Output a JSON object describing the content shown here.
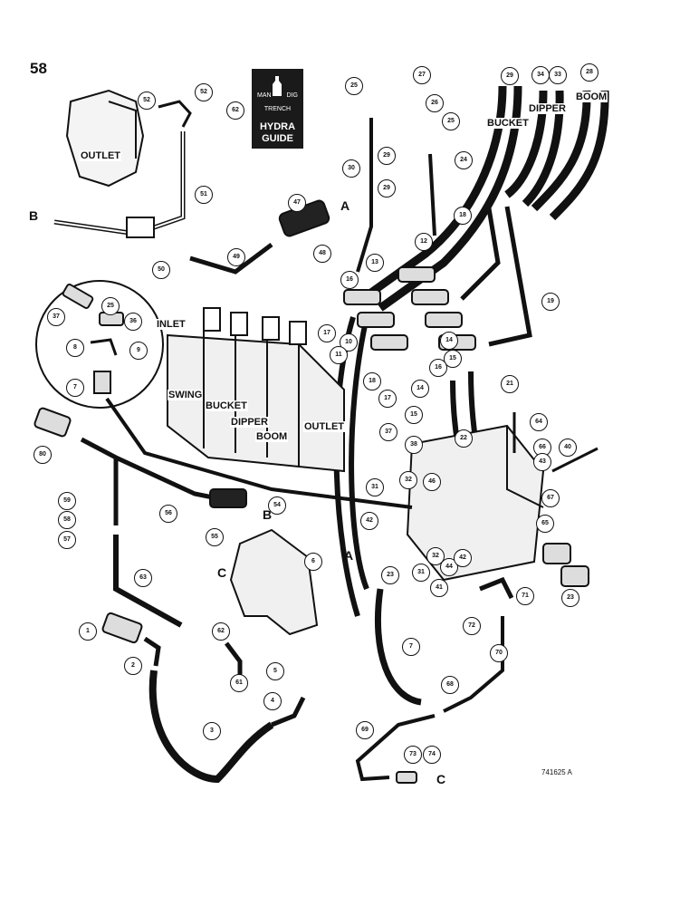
{
  "page_number": "58",
  "drawing_number": "741625 A",
  "hydra_guide": {
    "line1_left": "MAN",
    "line1_right": "DIG",
    "line2": "TRENCH",
    "title1": "HYDRA",
    "title2": "GUIDE"
  },
  "labels": {
    "outlet_top": "OUTLET",
    "inlet": "INLET",
    "swing": "SWING",
    "bucket_valve": "BUCKET",
    "dipper_valve": "DIPPER",
    "boom_valve": "BOOM",
    "outlet_valve": "OUTLET",
    "bucket_hose": "BUCKET",
    "dipper_hose": "DIPPER",
    "boom_hose": "BOOM"
  },
  "connection_letters": {
    "b_left": "B",
    "a_top": "A",
    "b_lower": "B",
    "c_left": "C",
    "a_lower": "A",
    "c_bottom": "C"
  },
  "callouts": [
    {
      "id": "c52a",
      "text": "52"
    },
    {
      "id": "c52b",
      "text": "52"
    },
    {
      "id": "c62",
      "text": "62"
    },
    {
      "id": "c51",
      "text": "51"
    },
    {
      "id": "c50",
      "text": "50"
    },
    {
      "id": "c47",
      "text": "47"
    },
    {
      "id": "c48",
      "text": "48"
    },
    {
      "id": "c49",
      "text": "49"
    },
    {
      "id": "c25a",
      "text": "25"
    },
    {
      "id": "c27",
      "text": "27"
    },
    {
      "id": "c26",
      "text": "26"
    },
    {
      "id": "c25b",
      "text": "25"
    },
    {
      "id": "c29a",
      "text": "29"
    },
    {
      "id": "c24",
      "text": "24"
    },
    {
      "id": "c29b",
      "text": "29"
    },
    {
      "id": "c30",
      "text": "30"
    },
    {
      "id": "c29c",
      "text": "29"
    },
    {
      "id": "c34",
      "text": "34"
    },
    {
      "id": "c33",
      "text": "33"
    },
    {
      "id": "c28",
      "text": "28"
    },
    {
      "id": "c18a",
      "text": "18"
    },
    {
      "id": "c12",
      "text": "12"
    },
    {
      "id": "c13",
      "text": "13"
    },
    {
      "id": "c16",
      "text": "16"
    },
    {
      "id": "c17a",
      "text": "17"
    },
    {
      "id": "c10",
      "text": "10"
    },
    {
      "id": "c11",
      "text": "11"
    },
    {
      "id": "c19",
      "text": "19"
    },
    {
      "id": "c14a",
      "text": "14"
    },
    {
      "id": "c15a",
      "text": "15"
    },
    {
      "id": "c16b",
      "text": "16"
    },
    {
      "id": "c14b",
      "text": "14"
    },
    {
      "id": "c15b",
      "text": "15"
    },
    {
      "id": "c17b",
      "text": "17"
    },
    {
      "id": "c21",
      "text": "21"
    },
    {
      "id": "c18b",
      "text": "18"
    },
    {
      "id": "c25c",
      "text": "25"
    },
    {
      "id": "c36",
      "text": "36"
    },
    {
      "id": "c37a",
      "text": "37"
    },
    {
      "id": "c8",
      "text": "8"
    },
    {
      "id": "c9",
      "text": "9"
    },
    {
      "id": "c7a",
      "text": "7"
    },
    {
      "id": "c64",
      "text": "64"
    },
    {
      "id": "c22",
      "text": "22"
    },
    {
      "id": "c66",
      "text": "66"
    },
    {
      "id": "c43",
      "text": "43"
    },
    {
      "id": "c40",
      "text": "40"
    },
    {
      "id": "c37b",
      "text": "37"
    },
    {
      "id": "c38",
      "text": "38"
    },
    {
      "id": "c67",
      "text": "67"
    },
    {
      "id": "c65",
      "text": "65"
    },
    {
      "id": "c80",
      "text": "80"
    },
    {
      "id": "c32",
      "text": "32"
    },
    {
      "id": "c46",
      "text": "46"
    },
    {
      "id": "c31a",
      "text": "31"
    },
    {
      "id": "c56",
      "text": "56"
    },
    {
      "id": "c54",
      "text": "54"
    },
    {
      "id": "c55",
      "text": "55"
    },
    {
      "id": "c59",
      "text": "59"
    },
    {
      "id": "c58",
      "text": "58"
    },
    {
      "id": "c57",
      "text": "57"
    },
    {
      "id": "c6",
      "text": "6"
    },
    {
      "id": "c42a",
      "text": "42"
    },
    {
      "id": "c32b",
      "text": "32"
    },
    {
      "id": "c23a",
      "text": "23"
    },
    {
      "id": "c31b",
      "text": "31"
    },
    {
      "id": "c44",
      "text": "44"
    },
    {
      "id": "c42b",
      "text": "42"
    },
    {
      "id": "c41",
      "text": "41"
    },
    {
      "id": "c71",
      "text": "71"
    },
    {
      "id": "c23b",
      "text": "23"
    },
    {
      "id": "c63",
      "text": "63"
    },
    {
      "id": "c72",
      "text": "72"
    },
    {
      "id": "c1",
      "text": "1"
    },
    {
      "id": "c62b",
      "text": "62"
    },
    {
      "id": "c70",
      "text": "70"
    },
    {
      "id": "c7b",
      "text": "7"
    },
    {
      "id": "c2",
      "text": "2"
    },
    {
      "id": "c61",
      "text": "61"
    },
    {
      "id": "c5",
      "text": "5"
    },
    {
      "id": "c4",
      "text": "4"
    },
    {
      "id": "c68",
      "text": "68"
    },
    {
      "id": "c3",
      "text": "3"
    },
    {
      "id": "c69",
      "text": "69"
    },
    {
      "id": "c73",
      "text": "73"
    },
    {
      "id": "c74",
      "text": "74"
    }
  ]
}
